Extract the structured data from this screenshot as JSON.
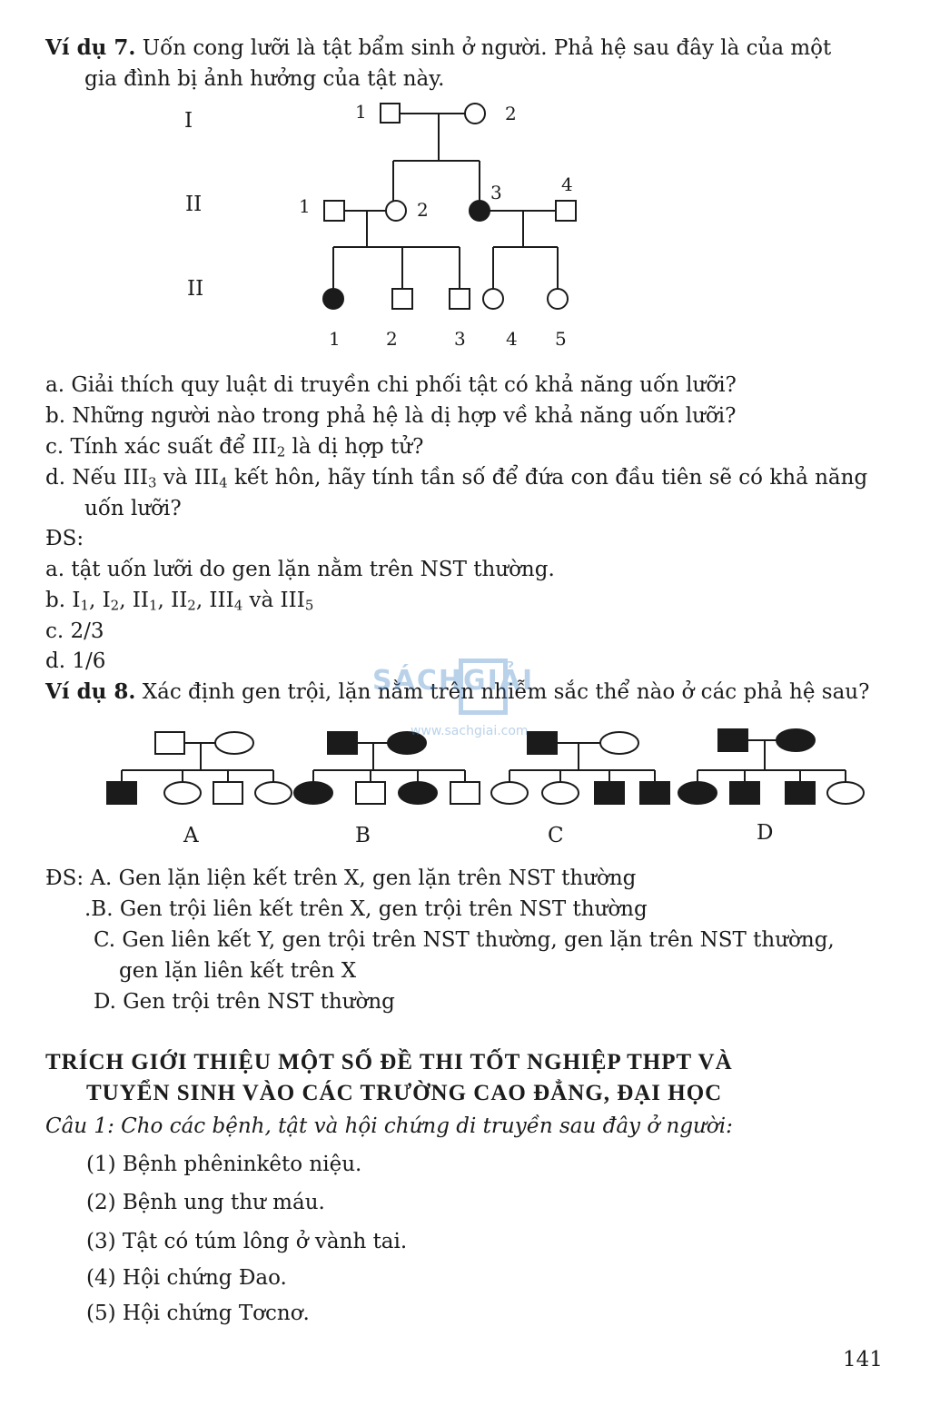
{
  "ex7": {
    "title": "Ví dụ 7.",
    "intro1": "Uốn cong lưỡi là tật bẩm sinh ở người. Phả hệ sau đây là của một",
    "intro2": "gia đình bị ảnh hưởng của tật này.",
    "gen_I": "I",
    "gen_II": "II",
    "gen_III": "II",
    "I_1": "1",
    "I_2": "2",
    "II_1": "1",
    "II_2": "2",
    "II_3": "3",
    "II_4": "4",
    "III_1": "1",
    "III_2": "2",
    "III_3": "3",
    "III_4": "4",
    "III_5": "5",
    "qa": "a. Giải thích quy luật di truyền chi phối tật có khả năng uốn lưỡi?",
    "qb": "b. Những người nào trong phả hệ là dị hợp về khả năng uốn lưỡi?",
    "qc_1": "c. Tính xác suất để III",
    "qc_s": "2",
    "qc_2": " là dị hợp tử?",
    "qd_1": "d. Nếu III",
    "qd_s1": "3",
    "qd_2": " và III",
    "qd_s2": "4",
    "qd_3": " kết hôn, hãy tính tần số để đứa con đầu tiên sẽ có khả năng",
    "qd_line2": "uốn lưỡi?",
    "ds": "ĐS:",
    "aa": "a. tật uốn lưỡi do gen lặn nằm trên NST thường.",
    "ab_pre": "b. I",
    "ab_s1": "1",
    "ab_t1": ", I",
    "ab_s2": "2",
    "ab_t2": ", II",
    "ab_s3": "1",
    "ab_t3": ", II",
    "ab_s4": "2",
    "ab_t4": ", III",
    "ab_s5": "4",
    "ab_t5": " và III",
    "ab_s6": "5",
    "ac": "c. 2/3",
    "ad": "d. 1/6"
  },
  "ex8": {
    "title": "Ví dụ 8.",
    "question": "Xác định gen trội, lặn nằm trên nhiễm sắc thể nào ở các phả hệ sau?",
    "labels": [
      "A",
      "B",
      "C",
      "D"
    ],
    "ans_A": "ĐS: A. Gen lặn liện kết trên X, gen lặn trên NST thường",
    "ans_B": ".B. Gen trội liên kết trên X, gen trội trên NST thường",
    "ans_C1": "C. Gen liên kết Y, gen trội trên NST thường, gen lặn trên NST thường,",
    "ans_C2": "gen lặn liên kết trên X",
    "ans_D": "D. Gen trội trên NST thường"
  },
  "section": {
    "heading1": "TRÍCH GIỚI THIỆU MỘT SỐ ĐỀ THI TỐT NGHIỆP THPT VÀ",
    "heading2": "TUYỂN SINH VÀO CÁC TRƯỜNG CAO ĐẲNG, ĐẠI HỌC",
    "q1": "Câu 1: Cho các bệnh, tật và hội chứng di truyền sau đây ở người:",
    "items": [
      "(1) Bệnh phêninkêto niệu.",
      "(2) Bệnh ung thư máu.",
      "(3) Tật có túm lông ở vành tai.",
      "(4) Hội chứng Đao.",
      "(5) Hội chứng Tơcnơ."
    ]
  },
  "watermark": {
    "brand": "SÁCHGIẢI",
    "url": "www.sachgiai.com"
  },
  "page_number": "141"
}
